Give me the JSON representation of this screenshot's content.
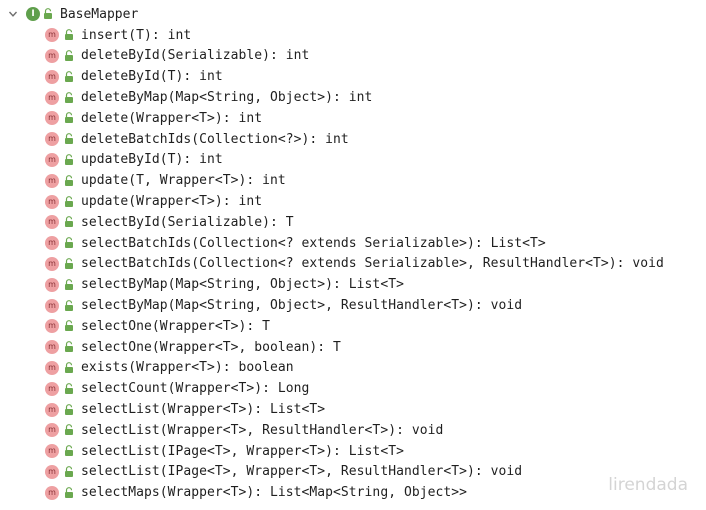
{
  "tree": {
    "root": {
      "label": "BaseMapper",
      "icon": "interface-icon",
      "icon_letter": "I",
      "expanded": true
    },
    "method_icon_letter": "m",
    "methods": [
      "insert(T): int",
      "deleteById(Serializable): int",
      "deleteById(T): int",
      "deleteByMap(Map<String, Object>): int",
      "delete(Wrapper<T>): int",
      "deleteBatchIds(Collection<?>): int",
      "updateById(T): int",
      "update(T, Wrapper<T>): int",
      "update(Wrapper<T>): int",
      "selectById(Serializable): T",
      "selectBatchIds(Collection<? extends Serializable>): List<T>",
      "selectBatchIds(Collection<? extends Serializable>, ResultHandler<T>): void",
      "selectByMap(Map<String, Object>): List<T>",
      "selectByMap(Map<String, Object>, ResultHandler<T>): void",
      "selectOne(Wrapper<T>): T",
      "selectOne(Wrapper<T>, boolean): T",
      "exists(Wrapper<T>): boolean",
      "selectCount(Wrapper<T>): Long",
      "selectList(Wrapper<T>): List<T>",
      "selectList(Wrapper<T>, ResultHandler<T>): void",
      "selectList(IPage<T>, Wrapper<T>): List<T>",
      "selectList(IPage<T>, Wrapper<T>, ResultHandler<T>): void",
      "selectMaps(Wrapper<T>): List<Map<String, Object>>"
    ]
  },
  "watermark": "lirendada",
  "colors": {
    "interface_icon": "#5f9f4c",
    "method_icon_bg": "#eea0a2",
    "method_icon_fg": "#8a3136",
    "lock": "#6aa84f",
    "text": "#1f1f1f"
  }
}
